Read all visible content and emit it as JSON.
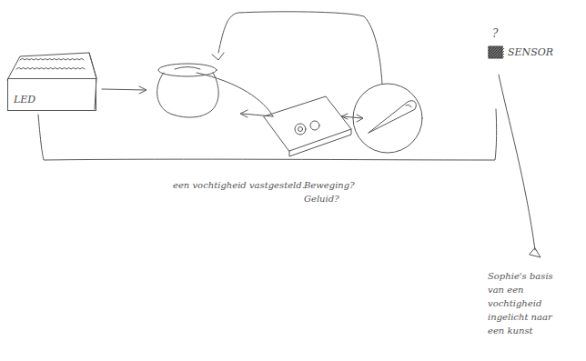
{
  "diagram": {
    "nodes": [
      {
        "text": [
          "LED"
        ]
      },
      {
        "text": [
          "SENSOR"
        ]
      }
    ],
    "labels": [
      "?",
      "een vochtigheid vastgesteld.",
      "Beweging? Geluid?",
      "Sophie's basis van een vochtigheid ingelicht naar een kunst"
    ]
  }
}
